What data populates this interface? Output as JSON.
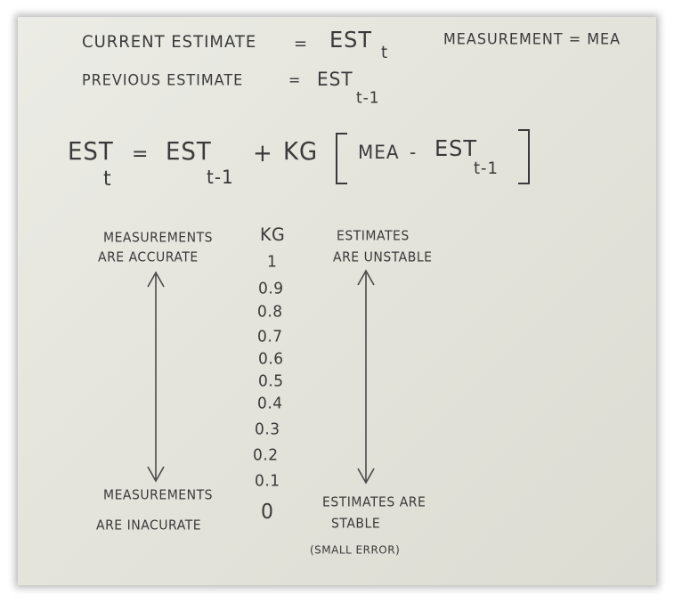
{
  "definitions": {
    "current_label": "CURRENT ESTIMATE",
    "current_eq": "=",
    "current_symbol": "EST",
    "current_subscript": "t",
    "previous_label": "PREVIOUS ESTIMATE",
    "previous_eq": "=",
    "previous_symbol": "EST",
    "previous_subscript": "t-1",
    "measurement_def": "MEASUREMENT = MEA"
  },
  "equation": {
    "lhs": "EST",
    "lhs_sub": "t",
    "eq": "=",
    "term1": "EST",
    "term1_sub": "t-1",
    "plus": "+",
    "kg": "KG",
    "bracket_mea": "MEA",
    "minus": "-",
    "bracket_est": "EST",
    "bracket_est_sub": "t-1"
  },
  "scale": {
    "kg_label": "KG",
    "values": [
      "1",
      "0.9",
      "0.8",
      "0.7",
      "0.6",
      "0.5",
      "0.4",
      "0.3",
      "0.2",
      "0.1",
      "0"
    ]
  },
  "left_column": {
    "top_line1": "MEASUREMENTS",
    "top_line2": "ARE ACCURATE",
    "bottom_line1": "MEASUREMENTS",
    "bottom_line2": "ARE INACURATE"
  },
  "right_column": {
    "top_line1": "ESTIMATES",
    "top_line2": "ARE UNSTABLE",
    "bottom_line1": "ESTIMATES ARE",
    "bottom_line2": "STABLE",
    "bottom_note": "(SMALL ERROR)"
  },
  "colors": {
    "ink": "#3a3a3a",
    "board": "#e6e6df"
  }
}
